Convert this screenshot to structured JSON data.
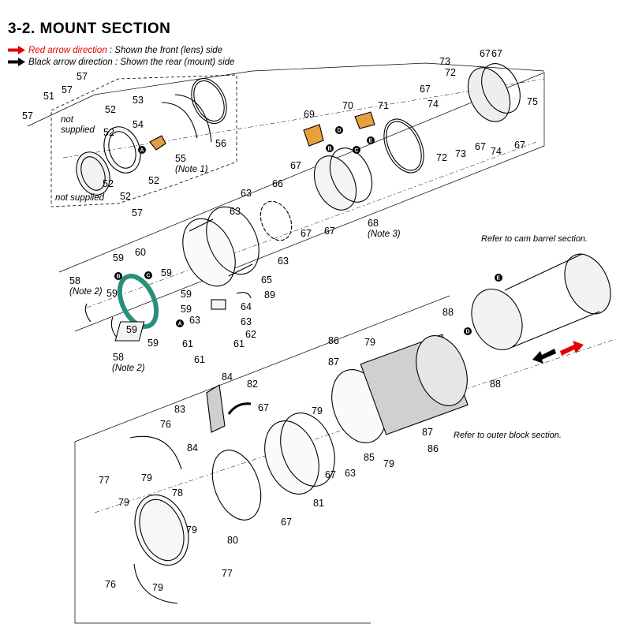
{
  "section_title": "3-2.  MOUNT  SECTION",
  "legend": {
    "red_label": "Red arrow direction",
    "red_desc": " : Shown the front (lens) side",
    "black_label": "Black arrow direction",
    "black_desc": " : Shown the rear (mount) side",
    "red_color": "#e30000",
    "black_color": "#000000"
  },
  "notes": {
    "not_supplied_1": "not",
    "not_supplied_1b": "supplied",
    "not_supplied_2": "not supplied",
    "note1": "(Note 1)",
    "note2a": "(Note 2)",
    "note2b": "(Note 2)",
    "note3": "(Note 3)"
  },
  "references": {
    "cam_barrel": "Refer to cam barrel section.",
    "outer_block": "Refer to outer block section."
  },
  "markers": [
    "A",
    "B",
    "C",
    "D",
    "E"
  ],
  "part_numbers": {
    "p51": "51",
    "p52a": "52",
    "p52b": "52",
    "p52c": "52",
    "p52d": "52",
    "p52e": "52",
    "p53": "53",
    "p54": "54",
    "p55": "55",
    "p56": "56",
    "p57a": "57",
    "p57b": "57",
    "p57c": "57",
    "p57d": "57",
    "p58a": "58",
    "p58b": "58",
    "p59a": "59",
    "p59b": "59",
    "p59c": "59",
    "p59d": "59",
    "p59e": "59",
    "p59f": "59",
    "p59g": "59",
    "p60": "60",
    "p61a": "61",
    "p61b": "61",
    "p61c": "61",
    "p62": "62",
    "p63a": "63",
    "p63b": "63",
    "p63c": "63",
    "p63d": "63",
    "p63e": "63",
    "p63f": "63",
    "p64": "64",
    "p65": "65",
    "p66": "66",
    "p67a": "67",
    "p67b": "67",
    "p67c": "67",
    "p67d": "67",
    "p67e": "67",
    "p67f": "67",
    "p67g": "67",
    "p67h": "67",
    "p67i": "67",
    "p67j": "67",
    "p67k": "67",
    "p68": "68",
    "p69": "69",
    "p70": "70",
    "p71": "71",
    "p72a": "72",
    "p72b": "72",
    "p73a": "73",
    "p73b": "73",
    "p74a": "74",
    "p74b": "74",
    "p75": "75",
    "p76a": "76",
    "p76b": "76",
    "p77a": "77",
    "p77b": "77",
    "p78": "78",
    "p79a": "79",
    "p79b": "79",
    "p79c": "79",
    "p79d": "79",
    "p79e": "79",
    "p79f": "79",
    "p79g": "79",
    "p80": "80",
    "p81": "81",
    "p82": "82",
    "p83": "83",
    "p84a": "84",
    "p84b": "84",
    "p85": "85",
    "p86a": "86",
    "p86b": "86",
    "p87a": "87",
    "p87b": "87",
    "p88a": "88",
    "p88b": "88",
    "p89": "89"
  }
}
